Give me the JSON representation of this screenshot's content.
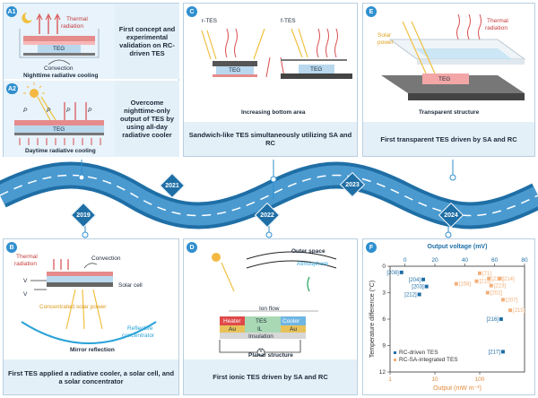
{
  "panels": {
    "a1": {
      "tag": "A1",
      "caption": "First concept and experimental validation on RC-driven TES",
      "label_thermal": "Thermal",
      "label_radiation": "radiation",
      "label_teg": "TEG",
      "label_convection": "Convection",
      "subtitle": "Nighttime radiative cooling"
    },
    "a2": {
      "tag": "A2",
      "caption": "Overcome nighttime-only output of TES by using all-day radiative cooler",
      "label_teg": "TEG",
      "label_psun1": "P",
      "label_pabs": "P",
      "label_prad": "P",
      "label_prad2": "P",
      "subtitle": "Daytime radiative cooling"
    },
    "c": {
      "tag": "C",
      "label_rtes": "r-TES",
      "label_ftes": "f-TES",
      "label_teg1": "TEG",
      "label_teg2": "TEG",
      "subtitle": "Increasing bottom area",
      "caption": "Sandwich-like TES simultaneously utilizing SA and RC"
    },
    "e": {
      "tag": "E",
      "label_solar1": "Solar",
      "label_solar2": "power",
      "label_thermal": "Thermal",
      "label_radiation": "radiation",
      "label_teg": "TEG",
      "subtitle": "Transparent structure",
      "caption": "First transparent TES driven by SA and RC"
    },
    "b": {
      "tag": "B",
      "label_thermal": "Thermal",
      "label_radiation": "radiation",
      "label_convection": "Convection",
      "label_solar_cell": "Solar cell",
      "label_vtc": "V",
      "label_vpc": "V",
      "label_conc": "Concentrated solar power",
      "label_refl1": "Reflective",
      "label_refl2": "concentrator",
      "subtitle": "Mirror reflection",
      "caption": "First TES applied a radiative cooler, a solar cell, and a solar concentrator"
    },
    "d": {
      "tag": "D",
      "label_outer": "Outer space",
      "label_atm": "Atmosphere",
      "label_ion": "Ion flow",
      "label_heater": "Heater",
      "label_tes": "TES",
      "label_il": "IL",
      "label_cooler": "Cooler",
      "label_au1": "Au",
      "label_au2": "Au",
      "label_insulation": "Insulation",
      "label_v": "V",
      "subtitle": "Planar structure",
      "caption": "First ionic TES driven by SA and RC"
    },
    "f": {
      "tag": "F"
    }
  },
  "timeline": {
    "years": [
      "2019",
      "2021",
      "2022",
      "2023",
      "2024"
    ]
  },
  "chart_data": {
    "type": "scatter",
    "xlabel": "Output (mW m⁻²)",
    "x2label": "Output voltage (mV)",
    "ylabel": "Temperature difference (°C)",
    "xscale": "log",
    "xlim": [
      1,
      1000
    ],
    "x2lim": [
      -10,
      80
    ],
    "ylim": [
      0,
      12
    ],
    "yticks": [
      "0",
      "3",
      "6",
      "9",
      "12"
    ],
    "xticks": [
      "1",
      "10",
      "100"
    ],
    "x2ticks": [
      "0",
      "20",
      "40",
      "60",
      "80"
    ],
    "legend": [
      "RC-driven TES",
      "RC-SA-integrated TES"
    ],
    "series_colors": {
      "rc": "#1f6fa6",
      "rcsa": "#f2b07a"
    },
    "series": [
      {
        "name": "RC-driven TES",
        "points": [
          {
            "label": "[208]",
            "x": 1.8,
            "y": 0.7
          },
          {
            "label": "[204]",
            "x": 5.5,
            "y": 1.5
          },
          {
            "label": "[203]",
            "x": 6.5,
            "y": 2.3
          },
          {
            "label": "[212]",
            "x": 4.5,
            "y": 3.2
          },
          {
            "label": "[216]",
            "x": 300,
            "y": 6.0
          },
          {
            "label": "[217]",
            "x": 330,
            "y": 9.7
          }
        ]
      },
      {
        "name": "RC-SA-integrated TES",
        "points": [
          {
            "label": "[71]",
            "x": 100,
            "y": 0.8
          },
          {
            "label": "[158]",
            "x": 30,
            "y": 2.0
          },
          {
            "label": "[211]",
            "x": 85,
            "y": 1.7
          },
          {
            "label": "[213]",
            "x": 160,
            "y": 1.4
          },
          {
            "label": "[214]",
            "x": 280,
            "y": 1.4
          },
          {
            "label": "[223]",
            "x": 180,
            "y": 2.2
          },
          {
            "label": "[202]",
            "x": 150,
            "y": 3.0
          },
          {
            "label": "[207]",
            "x": 330,
            "y": 3.8
          },
          {
            "label": "[215]",
            "x": 480,
            "y": 5.0
          }
        ]
      }
    ]
  }
}
